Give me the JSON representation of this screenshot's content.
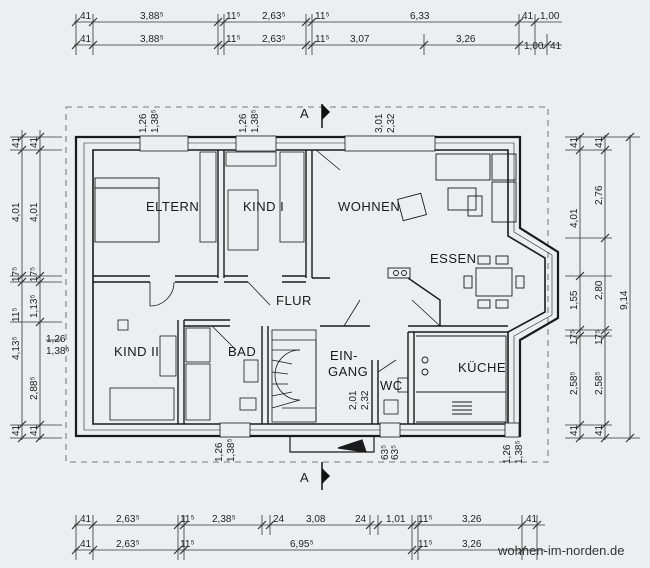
{
  "rooms": {
    "eltern": "ELTERN",
    "kind1": "KIND I",
    "wohnen": "WOHNEN",
    "essen": "ESSEN",
    "flur": "FLUR",
    "kind2": "KIND II",
    "bad": "BAD",
    "eingang_1": "EIN-",
    "eingang_2": "GANG",
    "wc": "WC",
    "kueche": "KÜCHE"
  },
  "section_marks": {
    "top": "A",
    "bottom": "A"
  },
  "dims_top_row1": [
    "41",
    "3,88⁵",
    "11⁵",
    "2,63⁵",
    "11⁵",
    "6,33",
    "41",
    "1,00"
  ],
  "dims_top_row2": [
    "41",
    "3,88⁵",
    "11⁵",
    "2,63⁵",
    "11⁵",
    "3,07",
    "3,26",
    "1,00",
    "41"
  ],
  "dims_bottom_row1": [
    "41",
    "2,63⁵",
    "11⁵",
    "2,38⁵",
    "24",
    "3,08",
    "24",
    "1,01",
    "11⁵",
    "3,26",
    "41"
  ],
  "dims_bottom_row2": [
    "41",
    "2,63⁵",
    "11⁵",
    "6,95⁵",
    "11⁵",
    "3,26"
  ],
  "dims_left_outer": [
    "41",
    "4,01",
    "17⁵",
    "11⁵",
    "4,13⁵",
    "2,88⁵",
    "41"
  ],
  "dims_left_inner": [
    "41",
    "4,01",
    "17⁵",
    "1,13⁵",
    "1,26",
    "1,38⁵",
    "41"
  ],
  "dims_right_1": [
    "41",
    "4,01",
    "1,55",
    "17⁵",
    "2,58⁵",
    "41"
  ],
  "dims_right_2": [
    "41",
    "2,76",
    "2,80",
    "17⁵",
    "2,58⁵",
    "41"
  ],
  "dims_right_total": "9,14",
  "window_labels": {
    "eltern_win": [
      "1,26",
      "1,38⁵"
    ],
    "kind1_win": [
      "1,26",
      "1,38⁵"
    ],
    "wohnen_win": [
      "3,01",
      "2,32"
    ],
    "kueche_win": [
      "1,26",
      "1,38⁵"
    ],
    "bad_win": [
      "1,26",
      "1,38⁵"
    ],
    "door_entry": [
      "2,01",
      "2,32"
    ],
    "entry_small": [
      "63⁵",
      "63⁵"
    ]
  },
  "watermark": "wohnen-im-norden.de"
}
